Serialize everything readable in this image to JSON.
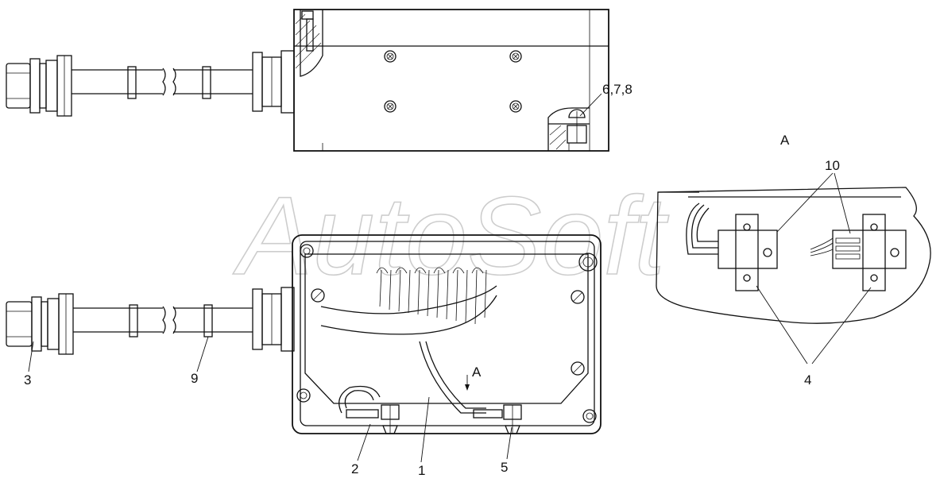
{
  "watermark": "AutoSoft",
  "view_label": "A",
  "section_arrow_label": "A",
  "callouts": {
    "top_screws": "6,7,8",
    "cover": "1",
    "grommet": "2",
    "connector": "3",
    "clamps": "4",
    "bracket": "5",
    "clip": "9",
    "wires": "10"
  }
}
